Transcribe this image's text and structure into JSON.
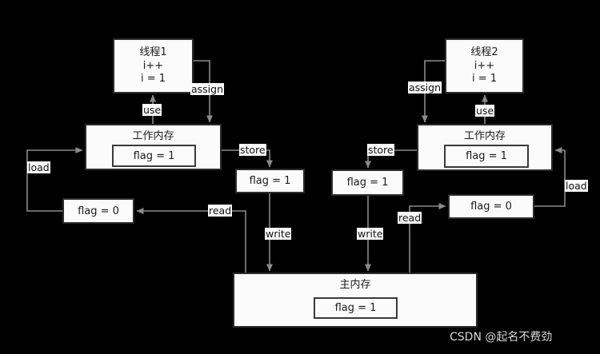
{
  "diagram": {
    "background_color": "#000000",
    "box_fill": "#fbfbfb",
    "line_color": "#8a8a8a",
    "thread1": {
      "title": "线程1",
      "line2": "i++",
      "line3": "i = 1"
    },
    "thread2": {
      "title": "线程2",
      "line2": "i++",
      "line3": "i = 1"
    },
    "working_memory_left": {
      "title": "工作内存",
      "value": "flag = 1"
    },
    "working_memory_right": {
      "title": "工作内存",
      "value": "flag = 1"
    },
    "main_memory": {
      "title": "主内存",
      "value": "flag = 1"
    },
    "values": {
      "left_store_value": "flag = 1",
      "left_read_value": "flag = 0",
      "right_store_value": "flag = 1",
      "right_read_value": "flag = 0"
    },
    "labels": {
      "assign_left": "assign",
      "use_left": "use",
      "store_left": "store",
      "load_left": "load",
      "read_left": "read",
      "write_left": "write",
      "assign_right": "assign",
      "use_right": "use",
      "store_right": "store",
      "load_right": "load",
      "read_right": "read",
      "write_right": "write"
    },
    "watermark": "CSDN @起名不费劲"
  }
}
